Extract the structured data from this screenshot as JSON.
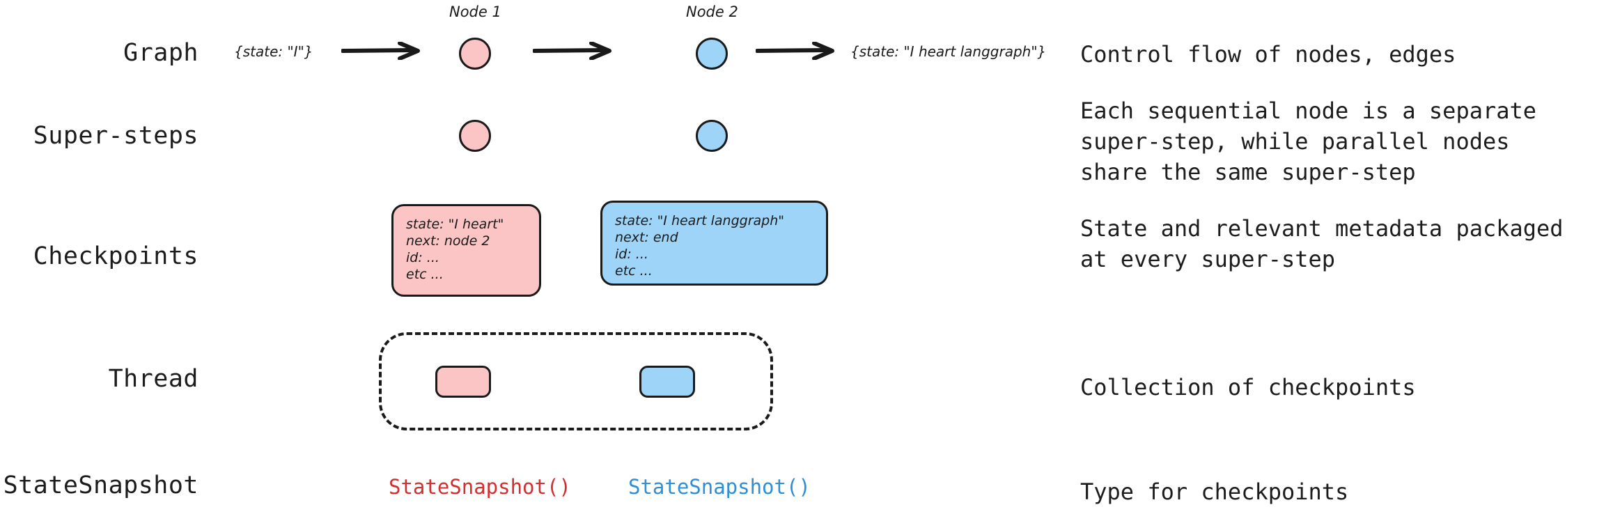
{
  "diagram": {
    "title": "LangGraph persistence concepts",
    "colors": {
      "pink_fill": "#fbc5c5",
      "blue_fill": "#9ed4f7",
      "stroke": "#1a1a1a",
      "text": "#1c1c1c",
      "snapshot_pink_text": "#d23030",
      "snapshot_blue_text": "#2e8fd6"
    }
  },
  "rows": [
    {
      "key": "graph",
      "label": "Graph",
      "description": "Control flow of nodes, edges"
    },
    {
      "key": "super_steps",
      "label": "Super-steps",
      "description": "Each sequential node is a separate\nsuper-step, while parallel nodes\nshare the same super-step"
    },
    {
      "key": "checkpoints",
      "label": "Checkpoints",
      "description": "State and relevant metadata packaged\nat every super-step"
    },
    {
      "key": "thread",
      "label": "Thread",
      "description": "Collection of checkpoints"
    },
    {
      "key": "state_snapshot",
      "label": "StateSnapshot",
      "description": "Type for checkpoints"
    }
  ],
  "graph_row": {
    "input_state": "{state: \"I\"}",
    "output_state": "{state: \"I heart langgraph\"}",
    "nodes": [
      {
        "title": "Node 1",
        "color": "pink"
      },
      {
        "title": "Node 2",
        "color": "blue"
      }
    ],
    "arrow_count": 3
  },
  "super_steps_row": {
    "nodes": [
      {
        "color": "pink"
      },
      {
        "color": "blue"
      }
    ]
  },
  "checkpoints_row": {
    "cards": [
      {
        "color": "pink",
        "lines": [
          "state: \"I heart\"",
          "next: node 2",
          "id: ...",
          "etc ..."
        ]
      },
      {
        "color": "blue",
        "lines": [
          "state: \"I heart langgraph\"",
          "next: end",
          "id: ...",
          "etc ..."
        ]
      }
    ]
  },
  "thread_row": {
    "chips": [
      {
        "color": "pink"
      },
      {
        "color": "blue"
      }
    ]
  },
  "state_snapshot_row": {
    "items": [
      {
        "text": "StateSnapshot()",
        "color": "#d23030"
      },
      {
        "text": "StateSnapshot()",
        "color": "#2e8fd6"
      }
    ]
  }
}
